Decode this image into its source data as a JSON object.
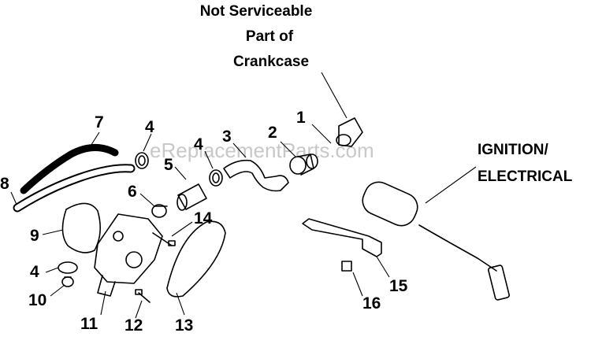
{
  "diagram": {
    "notes": {
      "not_serviceable": [
        "Not Serviceable",
        "Part of",
        "Crankcase"
      ],
      "ignition": [
        "IGNITION/",
        "ELECTRICAL"
      ]
    },
    "watermark": "eReplacementParts.com",
    "callouts": {
      "c1": "1",
      "c2": "2",
      "c3": "3",
      "c4a": "4",
      "c4b": "4",
      "c4c": "4",
      "c5": "5",
      "c6": "6",
      "c7": "7",
      "c8": "8",
      "c9": "9",
      "c10": "10",
      "c11": "11",
      "c12": "12",
      "c13": "13",
      "c14": "14",
      "c15": "15",
      "c16": "16"
    }
  }
}
